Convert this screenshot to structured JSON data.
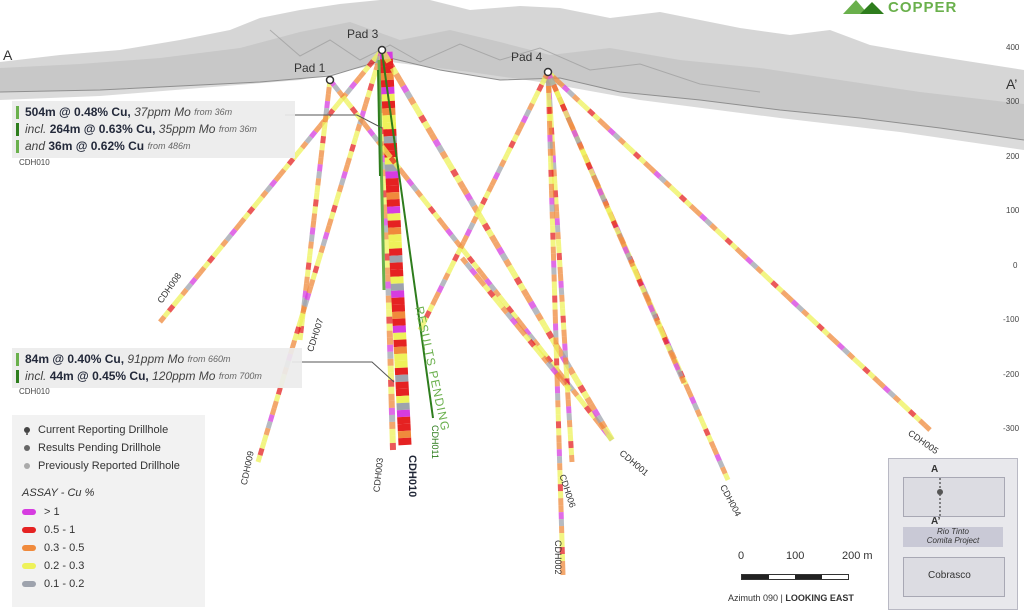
{
  "title": {
    "section_start": "A",
    "section_end": "A’"
  },
  "logo": {
    "text": "COPPER"
  },
  "pads": [
    {
      "id": "pad-3",
      "label": "Pad 3"
    },
    {
      "id": "pad-1",
      "label": "Pad 1"
    },
    {
      "id": "pad-4",
      "label": "Pad 4"
    }
  ],
  "callouts": [
    {
      "rows": [
        {
          "bold": "504m @ 0.48% Cu,",
          "italic": "37ppm Mo",
          "small": "from 36m",
          "prefix": ""
        },
        {
          "bold": "264m @ 0.63% Cu,",
          "italic": "35ppm Mo",
          "small": "from 36m",
          "prefix": "incl."
        },
        {
          "bold": "36m @ 0.62% Cu",
          "italic": "",
          "small": "from 486m",
          "prefix": "and"
        }
      ],
      "hole": "CDH010"
    },
    {
      "rows": [
        {
          "bold": "84m @ 0.40% Cu,",
          "italic": "91ppm Mo",
          "small": "from 660m",
          "prefix": ""
        },
        {
          "bold": "44m @ 0.45% Cu,",
          "italic": "120ppm Mo",
          "small": "from 700m",
          "prefix": "incl."
        }
      ],
      "hole": "CDH010"
    }
  ],
  "holes": {
    "cdh008": "CDH008",
    "cdh007": "CDH007",
    "cdh009": "CDH009",
    "cdh003": "CDH003",
    "cdh010": "CDH010",
    "cdh011": "CDH011",
    "cdh001": "CDH001",
    "cdh006": "CDH006",
    "cdh002": "CDH002",
    "cdh004": "CDH004",
    "cdh005": "CDH005",
    "results_pending": "RESULTS PENDING"
  },
  "legend": {
    "current": "Current Reporting Drillhole",
    "pending": "Results Pending Drillhole",
    "previous": "Previously Reported Drillhole",
    "assay_title": "ASSAY - Cu %",
    "classes": [
      {
        "label": "> 1",
        "color": "#d63ce0"
      },
      {
        "label": "0.5 - 1",
        "color": "#e52222"
      },
      {
        "label": "0.3 - 0.5",
        "color": "#f08a3c"
      },
      {
        "label": "0.2 - 0.3",
        "color": "#eef25a"
      },
      {
        "label": "0.1 - 0.2",
        "color": "#9ea3ad"
      }
    ]
  },
  "elevations": [
    "400",
    "300",
    "200",
    "100",
    "0",
    "-100",
    "-200",
    "-300"
  ],
  "scale": {
    "t0": "0",
    "t1": "100",
    "t2": "200 m",
    "azimuth": "Azimuth 090",
    "looking": "LOOKING EAST"
  },
  "inset": {
    "a": "A",
    "a2": "A’",
    "project": "Rio Tinto",
    "project2": "Comita Project",
    "cobrasco": "Cobrasco"
  },
  "colors": {
    "current": "#2e7d1d",
    "pending": "#6ab04c",
    "accent": "#2a3347"
  }
}
